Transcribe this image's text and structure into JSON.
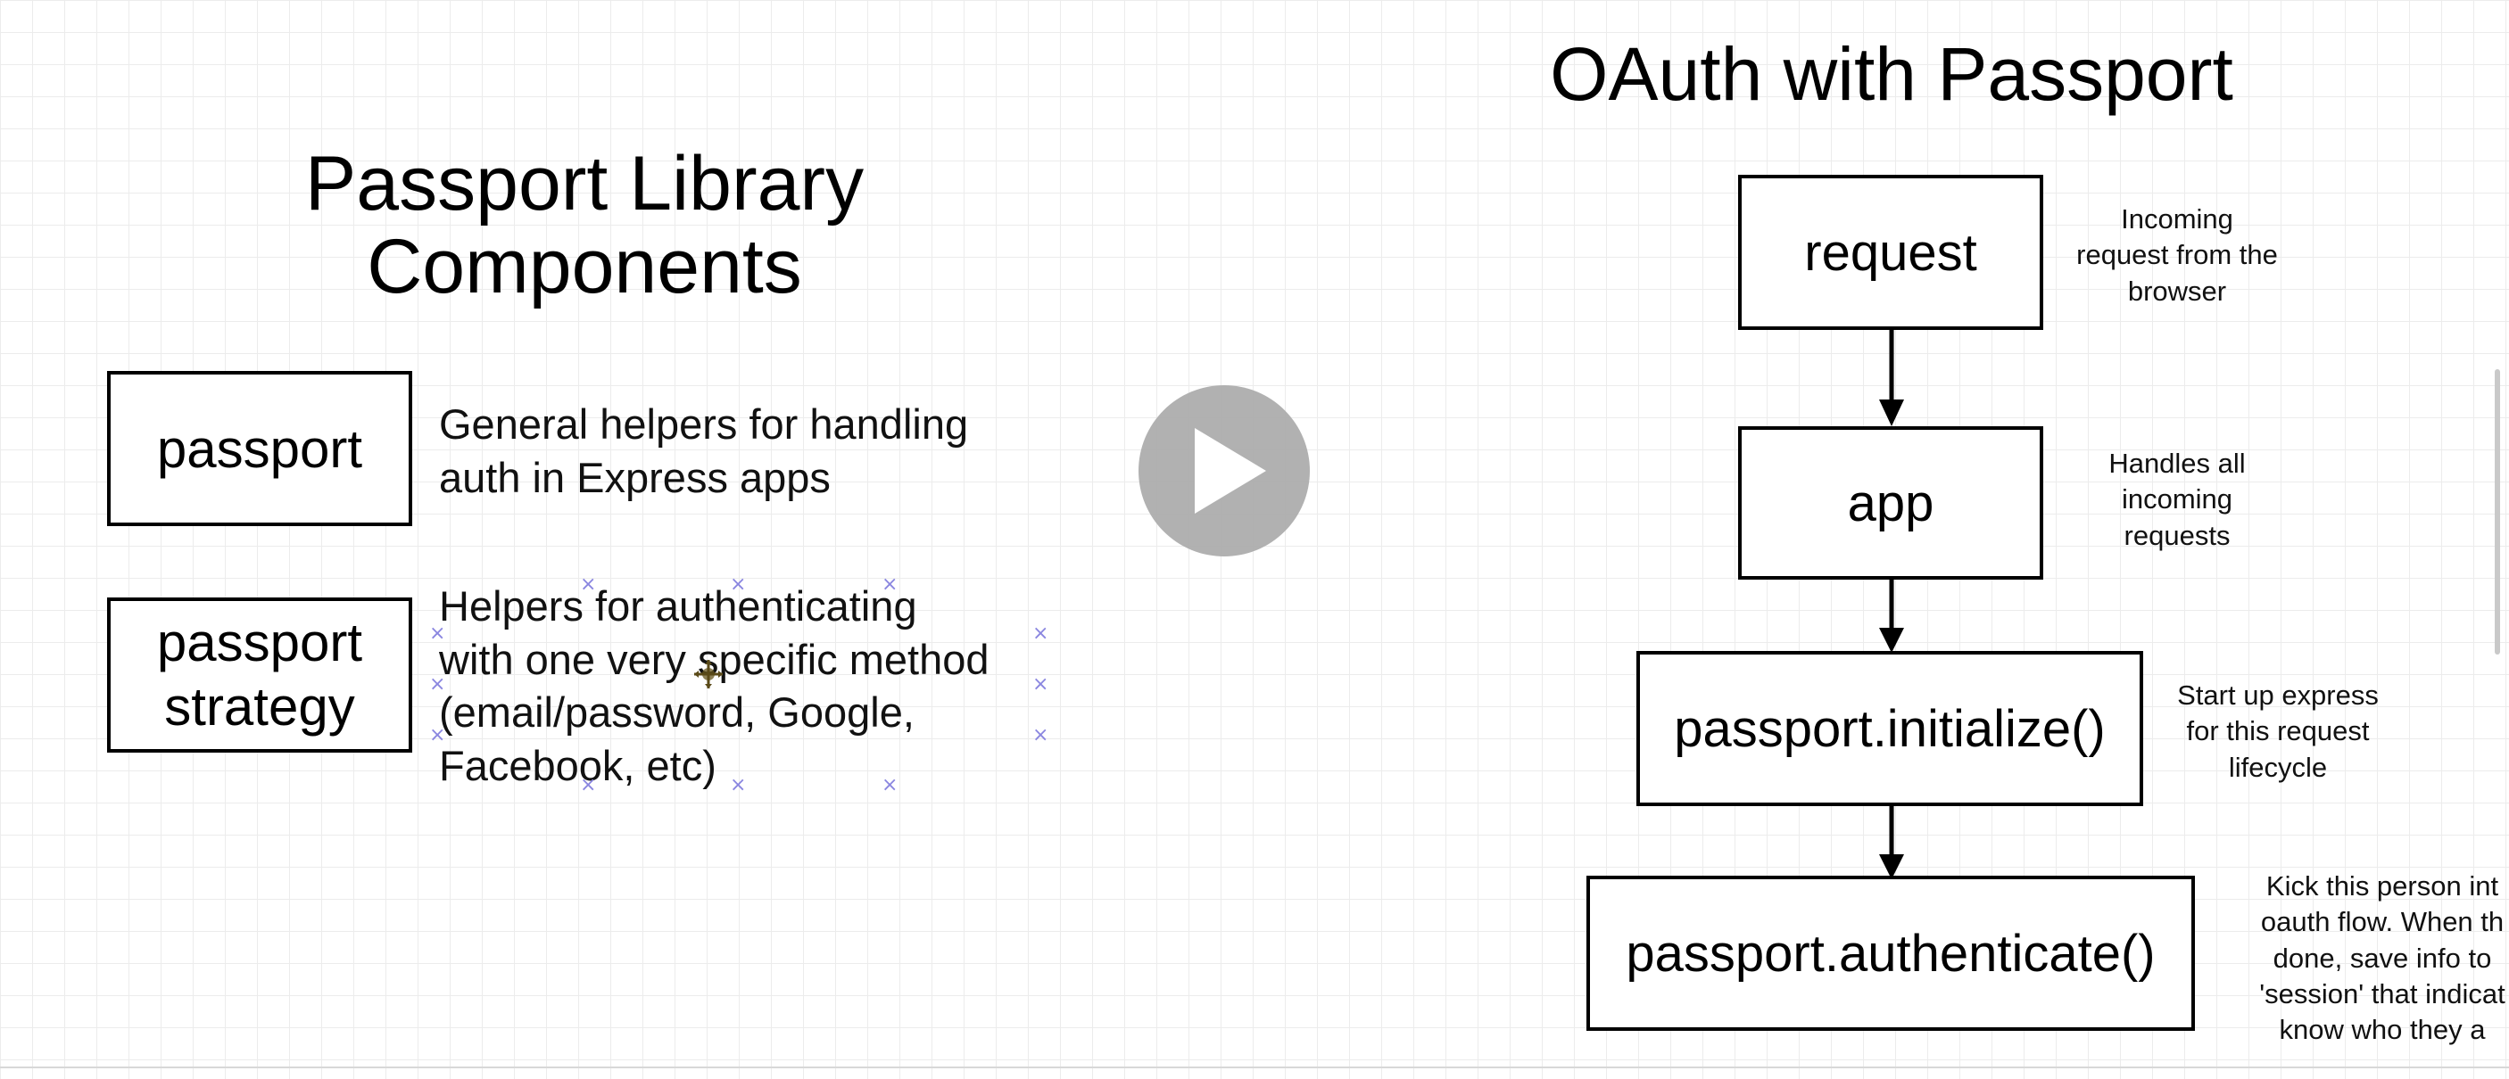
{
  "left_panel": {
    "title_line1": "Passport Library",
    "title_line2": "Components",
    "components": [
      {
        "box_line1": "passport",
        "box_line2": "",
        "description_lines": [
          "General helpers for handling",
          "auth in Express apps"
        ]
      },
      {
        "box_line1": "passport",
        "box_line2": "strategy",
        "description_lines": [
          "Helpers for authenticating",
          "with one very specific method",
          "(email/password, Google,",
          "Facebook, etc)"
        ]
      }
    ]
  },
  "right_panel": {
    "title": "OAuth with Passport",
    "flow": [
      {
        "label": "request",
        "note_lines": [
          "Incoming",
          "request from the",
          "browser"
        ]
      },
      {
        "label": "app",
        "note_lines": [
          "Handles all",
          "incoming",
          "requests"
        ]
      },
      {
        "label": "passport.initialize()",
        "note_lines": [
          "Start up express",
          "for this request",
          "lifecycle"
        ]
      },
      {
        "label": "passport.authenticate()",
        "note_lines": [
          "Kick this person int",
          "oauth flow.  When th",
          "done, save info to",
          "'session' that indicat",
          "know who they a"
        ]
      }
    ]
  },
  "video_player": {
    "play_icon": "play-icon"
  },
  "colors": {
    "selection_handle": "#8a86e0",
    "play_button_bg": "#aaaaaa"
  }
}
